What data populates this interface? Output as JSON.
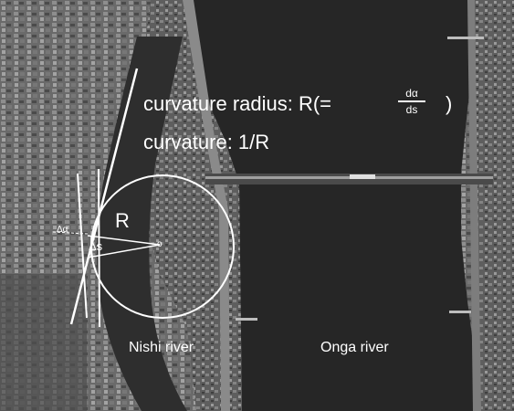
{
  "annotations": {
    "radius_prefix": "curvature radius: R(=",
    "frac_num": "dα",
    "frac_den": "ds",
    "radius_suffix": ")",
    "curvature": "curvature: 1/R",
    "label_R": "R",
    "label_ds": "Δs",
    "label_dalpha": "Δα",
    "label_o": "o"
  },
  "rivers": {
    "nishi": "Nishi river",
    "onga": "Onga river"
  },
  "colors": {
    "annotation": "#ffffff",
    "river_water": "#2a2a2a",
    "urban": "#6b6b6b"
  }
}
